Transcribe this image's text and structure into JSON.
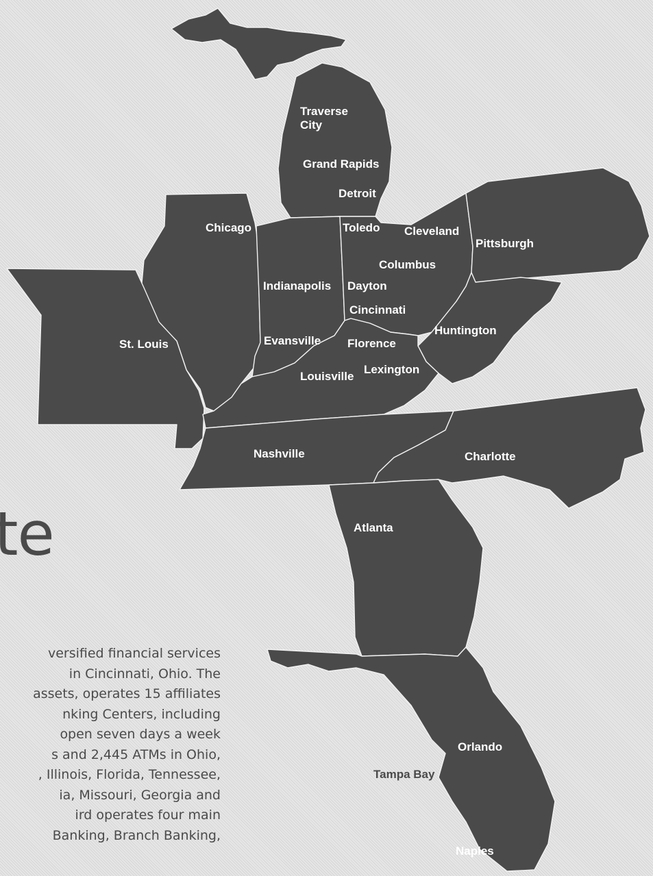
{
  "heading_fragment": "te",
  "body_lines": [
    "versified financial services",
    "in Cincinnati, Ohio. The",
    "assets, operates 15 affiliates",
    "nking Centers, including",
    "open seven days a week",
    "s and 2,445 ATMs in Ohio,",
    ", Illinois, Florida, Tennessee,",
    "ia, Missouri, Georgia and",
    "ird operates four main",
    "Banking, Branch Banking,"
  ],
  "map": {
    "states": [
      "Michigan",
      "Illinois",
      "Missouri",
      "Indiana",
      "Ohio",
      "Pennsylvania",
      "West Virginia",
      "Kentucky",
      "Tennessee",
      "North Carolina",
      "Georgia",
      "Florida"
    ],
    "cities": [
      {
        "name": "Traverse",
        "name2": "City"
      },
      {
        "name": "Grand Rapids"
      },
      {
        "name": "Detroit"
      },
      {
        "name": "Chicago"
      },
      {
        "name": "Toledo"
      },
      {
        "name": "Cleveland"
      },
      {
        "name": "Pittsburgh"
      },
      {
        "name": "Columbus"
      },
      {
        "name": "Indianapolis"
      },
      {
        "name": "Dayton"
      },
      {
        "name": "Cincinnati"
      },
      {
        "name": "Huntington"
      },
      {
        "name": "St. Louis"
      },
      {
        "name": "Evansville"
      },
      {
        "name": "Florence"
      },
      {
        "name": "Lexington"
      },
      {
        "name": "Louisville"
      },
      {
        "name": "Nashville"
      },
      {
        "name": "Charlotte"
      },
      {
        "name": "Atlanta"
      },
      {
        "name": "Orlando"
      },
      {
        "name": "Tampa Bay"
      },
      {
        "name": "Naples"
      }
    ],
    "colors": {
      "state_fill": "#4a4a4a",
      "border": "#f2f2f2",
      "label": "#ffffff",
      "background": "#e6e6e6"
    }
  }
}
